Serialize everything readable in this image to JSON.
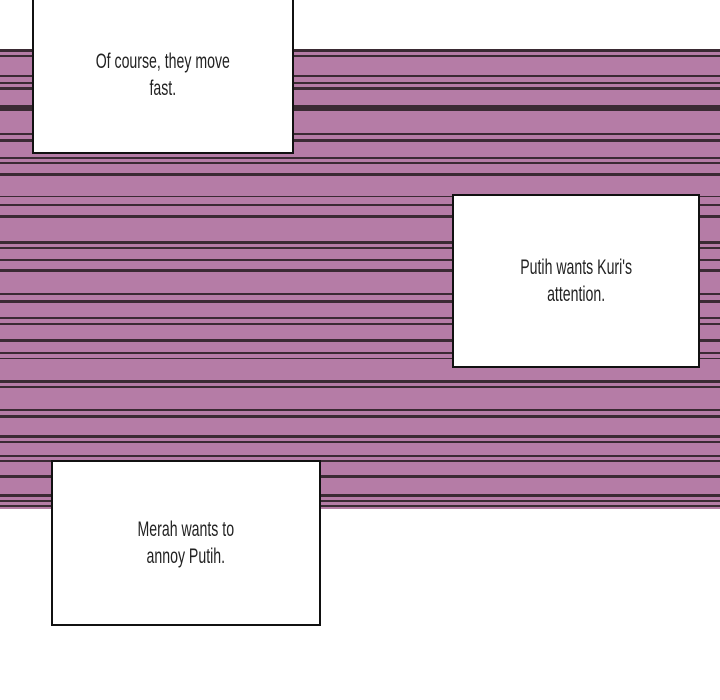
{
  "colors": {
    "band": "#b57ca6",
    "stripe": "#3a2a33",
    "bubble_border": "#111111"
  },
  "captions": [
    {
      "line1": "Of course, they move",
      "line2": "fast."
    },
    {
      "line1": "Putih wants Kuri's",
      "line2": "attention."
    },
    {
      "line1": "Merah wants to",
      "line2": "annoy Putih."
    }
  ]
}
